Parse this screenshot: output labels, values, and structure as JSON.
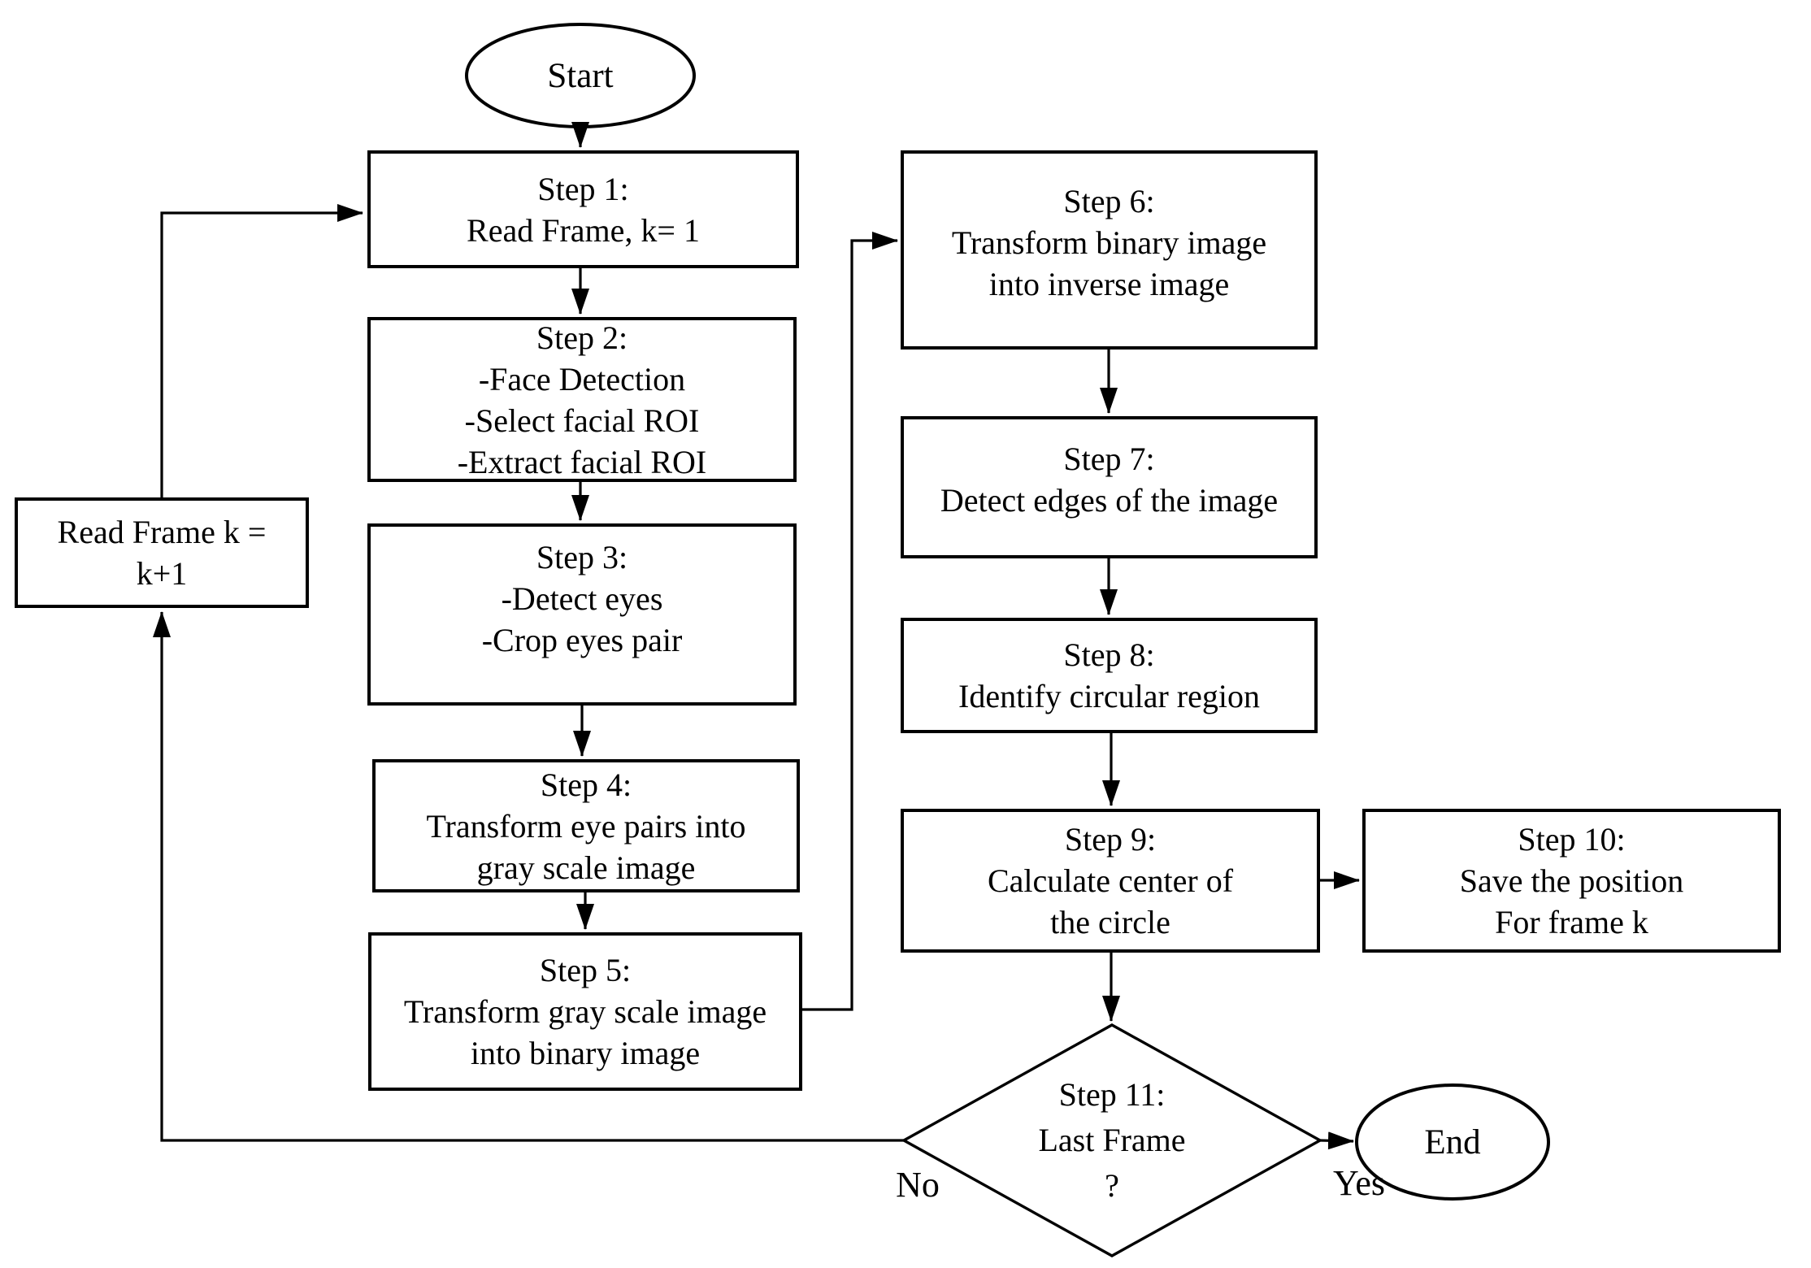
{
  "figure": {
    "type": "flowchart",
    "background": "#ffffff",
    "stroke_color": "#000000",
    "text_color": "#000000"
  },
  "terminators": {
    "start": "Start",
    "end": "End"
  },
  "loop_box": {
    "lines": [
      "Read Frame k =",
      "k+1"
    ]
  },
  "decision": {
    "lines": [
      "Step 11:",
      "Last Frame",
      "?"
    ]
  },
  "edge_labels": {
    "no": "No",
    "yes": "Yes"
  },
  "steps": [
    {
      "id": "step1",
      "lines": [
        "Step 1:",
        "Read Frame, k= 1"
      ]
    },
    {
      "id": "step2",
      "lines": [
        "Step 2:",
        "-Face Detection",
        "-Select facial ROI",
        "-Extract facial ROI"
      ]
    },
    {
      "id": "step3",
      "lines": [
        "Step 3:",
        "-Detect eyes",
        "-Crop eyes pair"
      ]
    },
    {
      "id": "step4",
      "lines": [
        "Step 4:",
        "Transform eye pairs into",
        "gray scale image"
      ]
    },
    {
      "id": "step5",
      "lines": [
        "Step 5:",
        "Transform gray scale image",
        "into binary image"
      ]
    },
    {
      "id": "step6",
      "lines": [
        "Step 6:",
        "Transform binary image",
        "into inverse image"
      ]
    },
    {
      "id": "step7",
      "lines": [
        "Step 7:",
        "Detect edges of the image"
      ]
    },
    {
      "id": "step8",
      "lines": [
        "Step 8:",
        "Identify circular region"
      ]
    },
    {
      "id": "step9",
      "lines": [
        "Step 9:",
        "Calculate center of",
        "the circle"
      ]
    },
    {
      "id": "step10",
      "lines": [
        "Step 10:",
        "Save the position",
        "For frame k"
      ]
    }
  ]
}
